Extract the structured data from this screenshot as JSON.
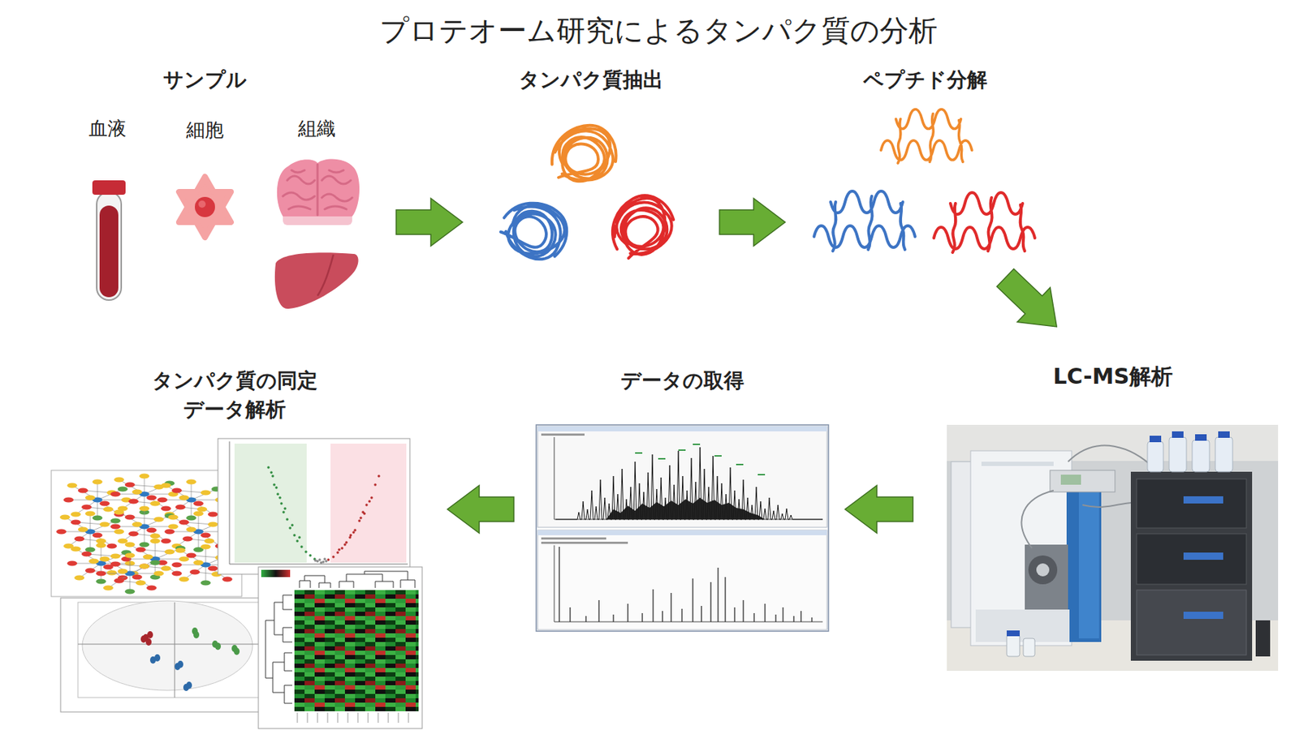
{
  "diagram": {
    "title": "プロテオーム研究によるタンパク質の分析",
    "nodes": [
      {
        "text": [
          "サンプル"
        ]
      },
      {
        "text": [
          "タンパク質抽出"
        ]
      },
      {
        "text": [
          "ペプチド分解"
        ]
      },
      {
        "text": [
          "LC-MS解析"
        ]
      },
      {
        "text": [
          "データの取得"
        ]
      },
      {
        "text": [
          "タンパク質の同定 データ解析"
        ]
      }
    ],
    "edges": [
      {
        "from": 0,
        "to": 1,
        "arrow": "to"
      },
      {
        "from": 1,
        "to": 2,
        "arrow": "to"
      },
      {
        "from": 2,
        "to": 3,
        "arrow": "to"
      },
      {
        "from": 3,
        "to": 4,
        "arrow": "to"
      },
      {
        "from": 4,
        "to": 5,
        "arrow": "to"
      }
    ],
    "labels": [
      "血液",
      "細胞",
      "組織"
    ]
  }
}
